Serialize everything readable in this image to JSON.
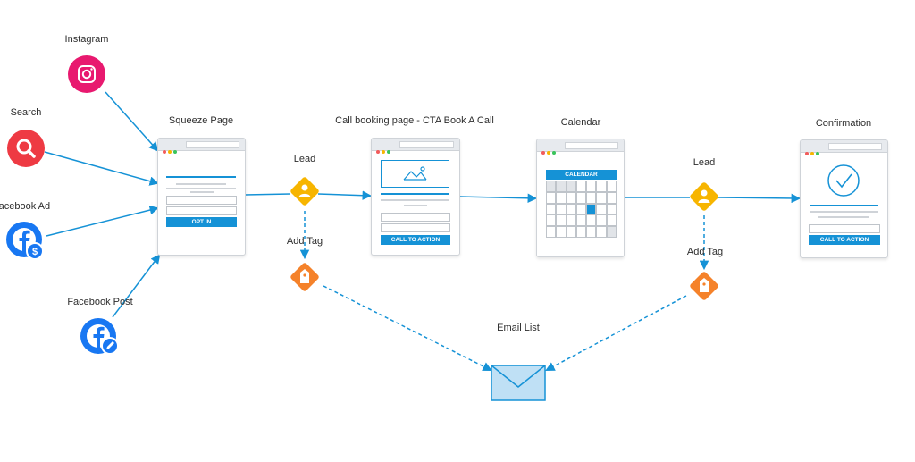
{
  "sources": {
    "instagram": "Instagram",
    "search": "Search",
    "facebook_ad": "Facebook Ad",
    "facebook_post": "Facebook Post"
  },
  "steps": {
    "squeeze_page": "Squeeze Page",
    "call_booking": "Call booking page - CTA Book A Call",
    "calendar": "Calendar",
    "confirmation": "Confirmation"
  },
  "nodes": {
    "lead_1": "Lead",
    "add_tag_1": "Add Tag",
    "lead_2": "Lead",
    "add_tag_2": "Add Tag",
    "email_list": "Email List"
  },
  "buttons": {
    "opt_in": "OPT IN",
    "call_to_action_1": "CALL TO ACTION",
    "call_to_action_2": "CALL TO ACTION"
  },
  "calendar_header": "CALENDAR",
  "colors": {
    "flow_blue": "#1592d6",
    "instagram": "#e8196f",
    "search": "#ee3a43",
    "facebook": "#1877f2",
    "lead_yellow": "#f7b500",
    "tag_orange": "#f5822a",
    "envelope": "#bfe0f5"
  },
  "icons": {
    "instagram": "instagram-icon",
    "search": "search-icon",
    "facebook_ad": "facebook-ad-icon",
    "facebook_post": "facebook-post-icon",
    "lead": "person-icon",
    "tag": "tag-icon",
    "email": "envelope-icon"
  }
}
